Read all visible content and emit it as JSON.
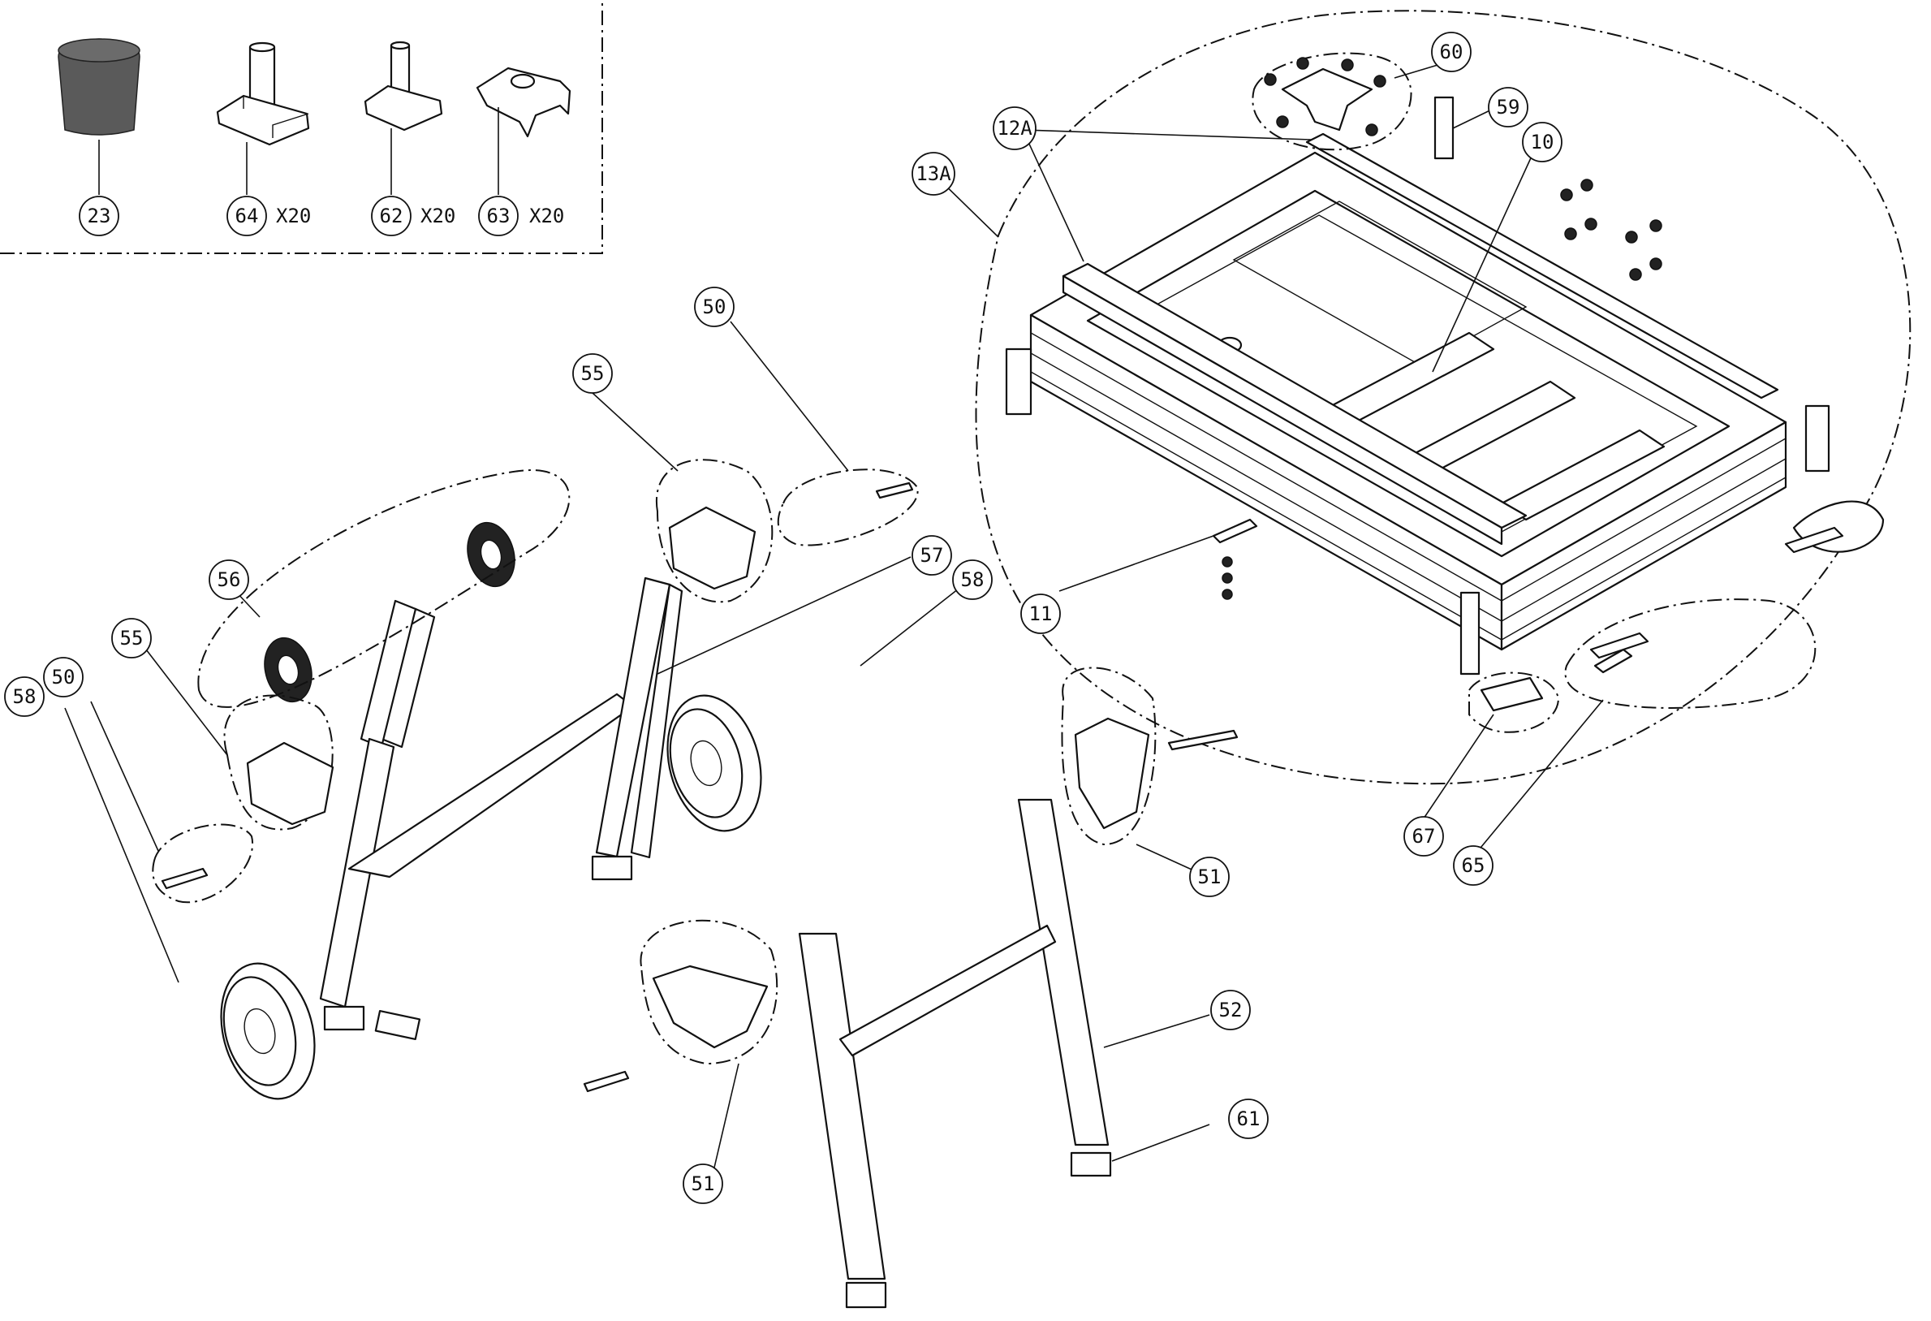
{
  "callouts": [
    {
      "id": "c23",
      "label": "23"
    },
    {
      "id": "c64",
      "label": "64",
      "qty": "X20"
    },
    {
      "id": "c62",
      "label": "62",
      "qty": "X20"
    },
    {
      "id": "c63",
      "label": "63",
      "qty": "X20"
    },
    {
      "id": "c60",
      "label": "60"
    },
    {
      "id": "c59",
      "label": "59"
    },
    {
      "id": "c12A",
      "label": "12A"
    },
    {
      "id": "c10",
      "label": "10"
    },
    {
      "id": "c13A",
      "label": "13A"
    },
    {
      "id": "c11",
      "label": "11"
    },
    {
      "id": "c67",
      "label": "67"
    },
    {
      "id": "c65",
      "label": "65"
    },
    {
      "id": "c50a",
      "label": "50"
    },
    {
      "id": "c55a",
      "label": "55"
    },
    {
      "id": "c57",
      "label": "57"
    },
    {
      "id": "c58a",
      "label": "58"
    },
    {
      "id": "c56",
      "label": "56"
    },
    {
      "id": "c55b",
      "label": "55"
    },
    {
      "id": "c50b",
      "label": "50"
    },
    {
      "id": "c58b",
      "label": "58"
    },
    {
      "id": "c51a",
      "label": "51"
    },
    {
      "id": "c51b",
      "label": "51"
    },
    {
      "id": "c52",
      "label": "52"
    },
    {
      "id": "c61",
      "label": "61"
    }
  ]
}
